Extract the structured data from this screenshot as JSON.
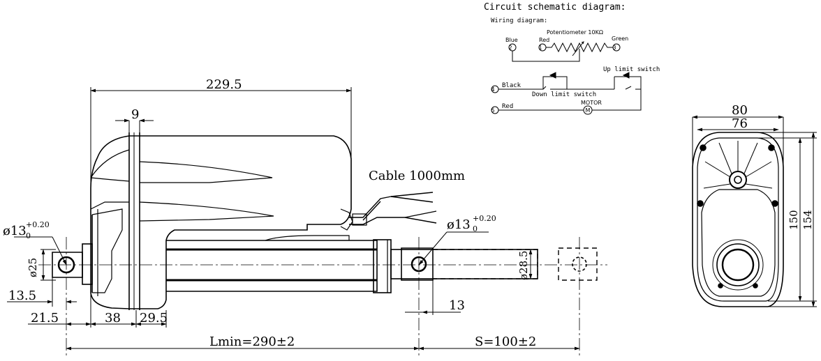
{
  "drawing": {
    "dims": {
      "overall_length": "229.5",
      "flange": "9",
      "hole_left_dia": "ø13",
      "hole_left_tol_upper": "+0.20",
      "hole_left_tol_lower": "0",
      "rod_end_dia": "ø25",
      "offset_13_5": "13.5",
      "offset_21_5": "21.5",
      "offset_38": "38",
      "offset_29_5": "29.5",
      "hole_right_dia": "ø13",
      "hole_right_tol_upper": "+0.20",
      "hole_right_tol_lower": "0",
      "rod_dia": "ø28.5",
      "rod_end_13": "13",
      "lmin": "Lmin=290±2",
      "stroke": "S=100±2",
      "width_80": "80",
      "width_76": "76",
      "height_150": "150",
      "height_154": "154"
    },
    "cable_label": "Cable 1000mm",
    "circuit": {
      "title": "Circuit schematic diagram:",
      "subtitle": "Wiring diagram:",
      "potentiometer": "Potentiometer 10KΩ",
      "blue": "Blue",
      "red_top": "Red",
      "green": "Green",
      "pin1": "1",
      "pin2": "2",
      "pin3": "3",
      "pin4": "4",
      "pin5": "5",
      "up_limit": "Up limit switch",
      "down_limit": "Down limit switch",
      "black": "Black",
      "red_bottom": "Red",
      "motor": "MOTOR",
      "motor_symbol": "M"
    }
  }
}
